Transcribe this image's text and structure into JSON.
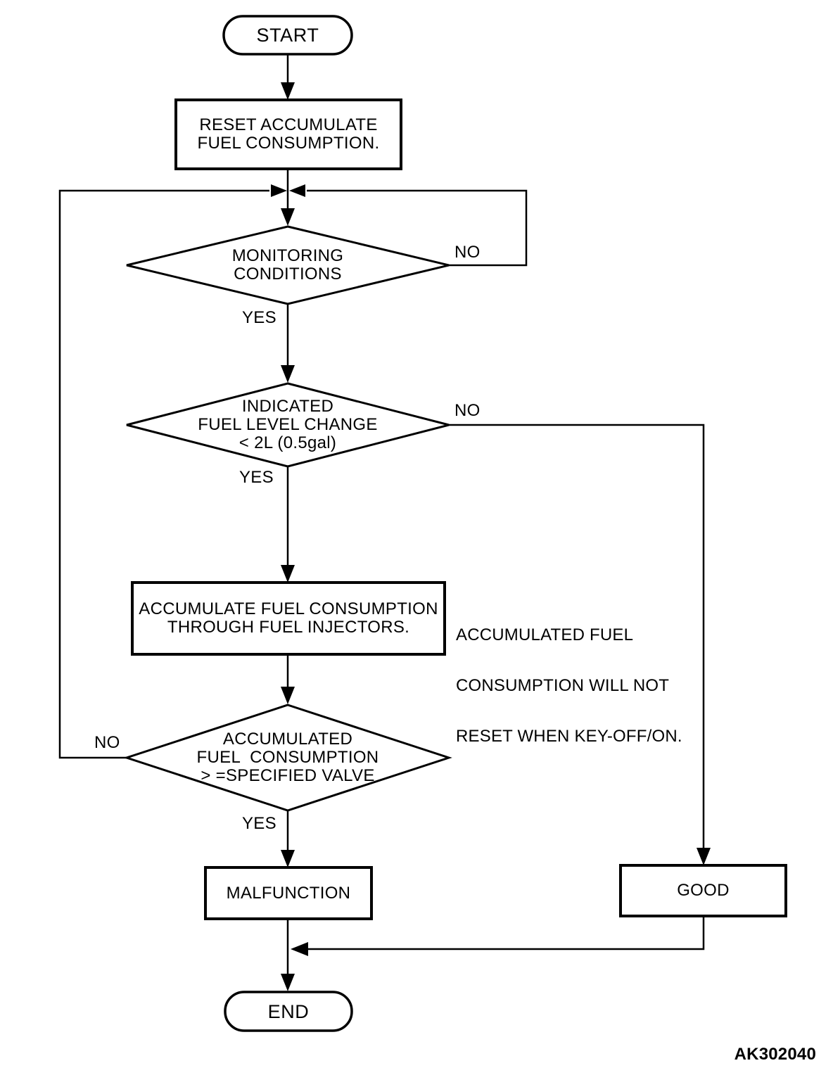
{
  "figure": {
    "code": "AK302040"
  },
  "nodes": {
    "start": {
      "label": "START"
    },
    "reset": {
      "lines": [
        "RESET ACCUMULATE",
        "FUEL CONSUMPTION."
      ]
    },
    "monitoring_decision": {
      "lines": [
        "MONITORING",
        "CONDITIONS"
      ]
    },
    "fuel_level_decision": {
      "lines": [
        "INDICATED",
        "FUEL LEVEL CHANGE",
        "< 2L (0.5gal)"
      ]
    },
    "accumulate_process": {
      "lines": [
        "ACCUMULATE FUEL CONSUMPTION",
        "THROUGH FUEL INJECTORS."
      ]
    },
    "side_note": {
      "lines": [
        "ACCUMULATED FUEL",
        "CONSUMPTION WILL NOT",
        "RESET WHEN KEY-OFF/ON."
      ]
    },
    "threshold_decision": {
      "lines": [
        "ACCUMULATED",
        "FUEL  CONSUMPTION",
        "> =SPECIFIED VALVE"
      ]
    },
    "malfunction": {
      "label": "MALFUNCTION"
    },
    "good": {
      "label": "GOOD"
    },
    "end": {
      "label": "END"
    }
  },
  "branch_labels": {
    "monitoring_no": "NO",
    "monitoring_yes": "YES",
    "fuel_level_no": "NO",
    "fuel_level_yes": "YES",
    "threshold_no": "NO",
    "threshold_yes": "YES"
  },
  "colors": {
    "line": "#000000",
    "background": "#ffffff",
    "text": "#000000"
  }
}
